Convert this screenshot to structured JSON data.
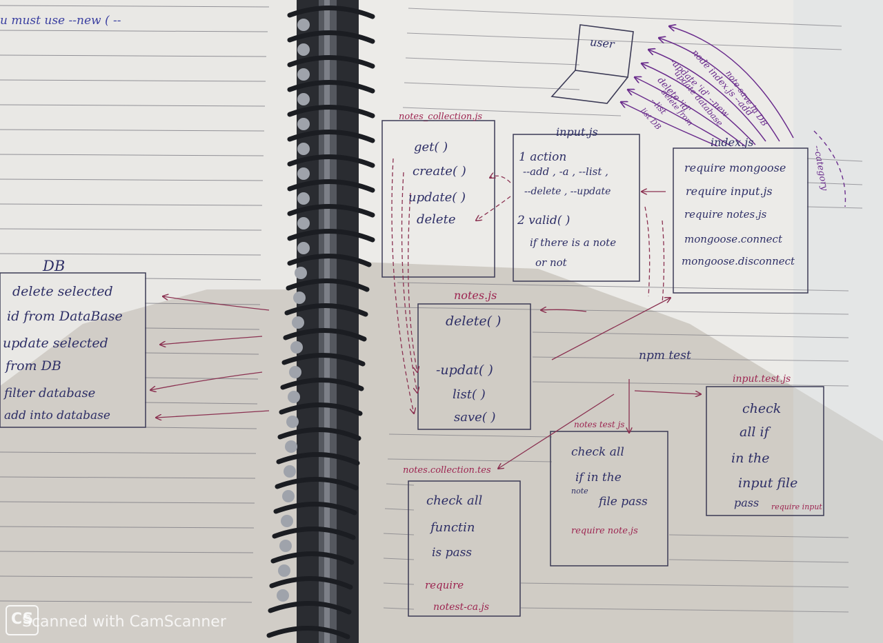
{
  "top_note": "u must  use  --new ( --",
  "db": {
    "title": "DB",
    "rows": [
      "delete selected",
      "id from DataBase",
      "update selected",
      "from DB",
      "filter database",
      "add into database"
    ]
  },
  "user_label": "user",
  "arrow_labels": [
    "node index.js --add",
    "note save in DB",
    "--update 'id' --new",
    "update database",
    "delete 'id'",
    "delete from",
    "--list",
    "list DB",
    "--category"
  ],
  "notes_collection": {
    "title": "notes_collection.js",
    "items": [
      "get( )",
      "create( )",
      "update( )",
      "delete"
    ]
  },
  "input": {
    "title": "input.js",
    "items": [
      "1 action",
      "--add , -a , --list ,",
      "--delete , --update",
      "2 valid(       )",
      "if there is a note",
      "or not"
    ]
  },
  "index": {
    "title": "index.js",
    "items": [
      "require mongoose",
      "require input.js",
      "require notes.js",
      "mongoose.connect",
      "mongoose.disconnect"
    ]
  },
  "notes": {
    "title": "notes.js",
    "items": [
      "delete( )",
      "-updat( )",
      "list( )",
      "save( )"
    ]
  },
  "npm_test": "npm test",
  "input_test": {
    "title": "input.test.js",
    "items": [
      "check",
      "all if",
      "in the",
      "input file",
      "pass"
    ],
    "extra": "require input"
  },
  "notes_test": {
    "title": "notes test js",
    "items": [
      "check all",
      "if in the",
      "file pass"
    ],
    "strike_note": "note",
    "extra": "require note.js"
  },
  "notes_collection_test": {
    "title": "notes.collection.tes",
    "items": [
      "check all",
      "functin",
      "is pass"
    ],
    "extra1": "require",
    "extra2": "notest-ca.js"
  },
  "watermark": {
    "logo": "CS",
    "text": "Scanned with CamScanner"
  },
  "colors": {
    "ink_blue": "#3a3fa0",
    "ink_red": "#9c2450",
    "ink_purple": "#6a2c8c",
    "paper": "#ecebe8",
    "coil": "#1f2126"
  }
}
